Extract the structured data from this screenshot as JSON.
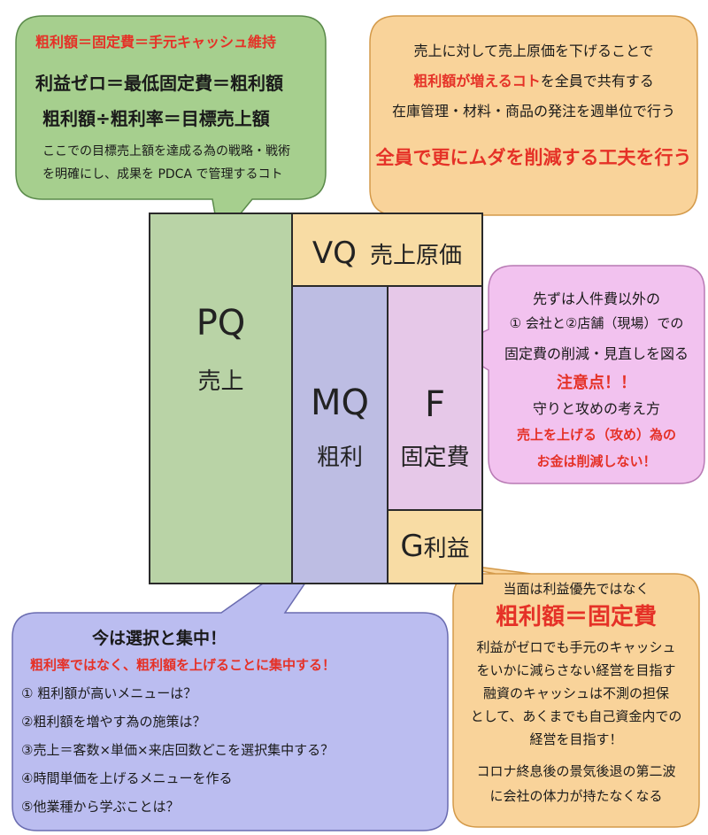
{
  "colors": {
    "pq": "#b9d3a6",
    "vq": "#f8dca4",
    "mq": "#bdbde3",
    "f": "#e6c8e8",
    "g": "#f8dca4",
    "bubble_green": "#a6cf8e",
    "bubble_orange": "#f9d39a",
    "bubble_pink": "#f2c2ef",
    "bubble_blue": "#bbbdf0",
    "bubble_orange2": "#f9d39a",
    "accent_red": "#e53127"
  },
  "boxes": {
    "pq": {
      "code": "PQ",
      "name": "売上"
    },
    "vq": {
      "code": "VQ",
      "name": "売上原価"
    },
    "mq": {
      "code": "MQ",
      "name": "粗利"
    },
    "f": {
      "code": "F",
      "name": "固定費"
    },
    "g": {
      "code": "G",
      "name": "利益"
    }
  },
  "bubble_green": {
    "line1": "粗利額＝固定費＝手元キャッシュ維持",
    "line2": "利益ゼロ＝最低固定費＝粗利額",
    "line3": "粗利額÷粗利率＝目標売上額",
    "line4": "ここでの目標売上額を達成る為の戦略・戦術",
    "line5": "を明確にし、成果を PDCA で管理するコト"
  },
  "bubble_orange": {
    "line1": "売上に対して売上原価を下げることで",
    "line2_red": "粗利額が増えるコト",
    "line2_rest": "を全員で共有する",
    "line3": "在庫管理・材料・商品の発注を週単位で行う",
    "line4": "全員で更にムダを削減する工夫を行う"
  },
  "bubble_pink": {
    "line1": "先ずは人件費以外の",
    "line2": "① 会社と②店舗（現場）での",
    "line3": "固定費の削減・見直しを図る",
    "line4": "注意点！！",
    "line5": "守りと攻めの考え方",
    "line6": "売上を上げる（攻め）為の",
    "line7": "お金は削減しない！"
  },
  "bubble_blue": {
    "title": "今は選択と集中！",
    "subtitle": "粗利率ではなく、粗利額を上げることに集中する！",
    "items": [
      "① 粗利額が高いメニューは？",
      "②粗利額を増やす為の施策は？",
      "③売上＝客数×単価×来店回数どこを選択集中する？",
      "④時間単価を上げるメニューを作る",
      "⑤他業種から学ぶことは？"
    ]
  },
  "bubble_orange2": {
    "line1": "当面は利益優先ではなく",
    "line2": "粗利額＝固定費",
    "line3": "利益がゼロでも手元のキャッシュ",
    "line4": "をいかに減らさない経営を目指す",
    "line5": "融資のキャッシュは不測の担保",
    "line6": "として、あくまでも自己資金内での",
    "line7": "経営を目指す！",
    "line8": "コロナ終息後の景気後退の第二波",
    "line9": "に会社の体力が持たなくなる"
  }
}
